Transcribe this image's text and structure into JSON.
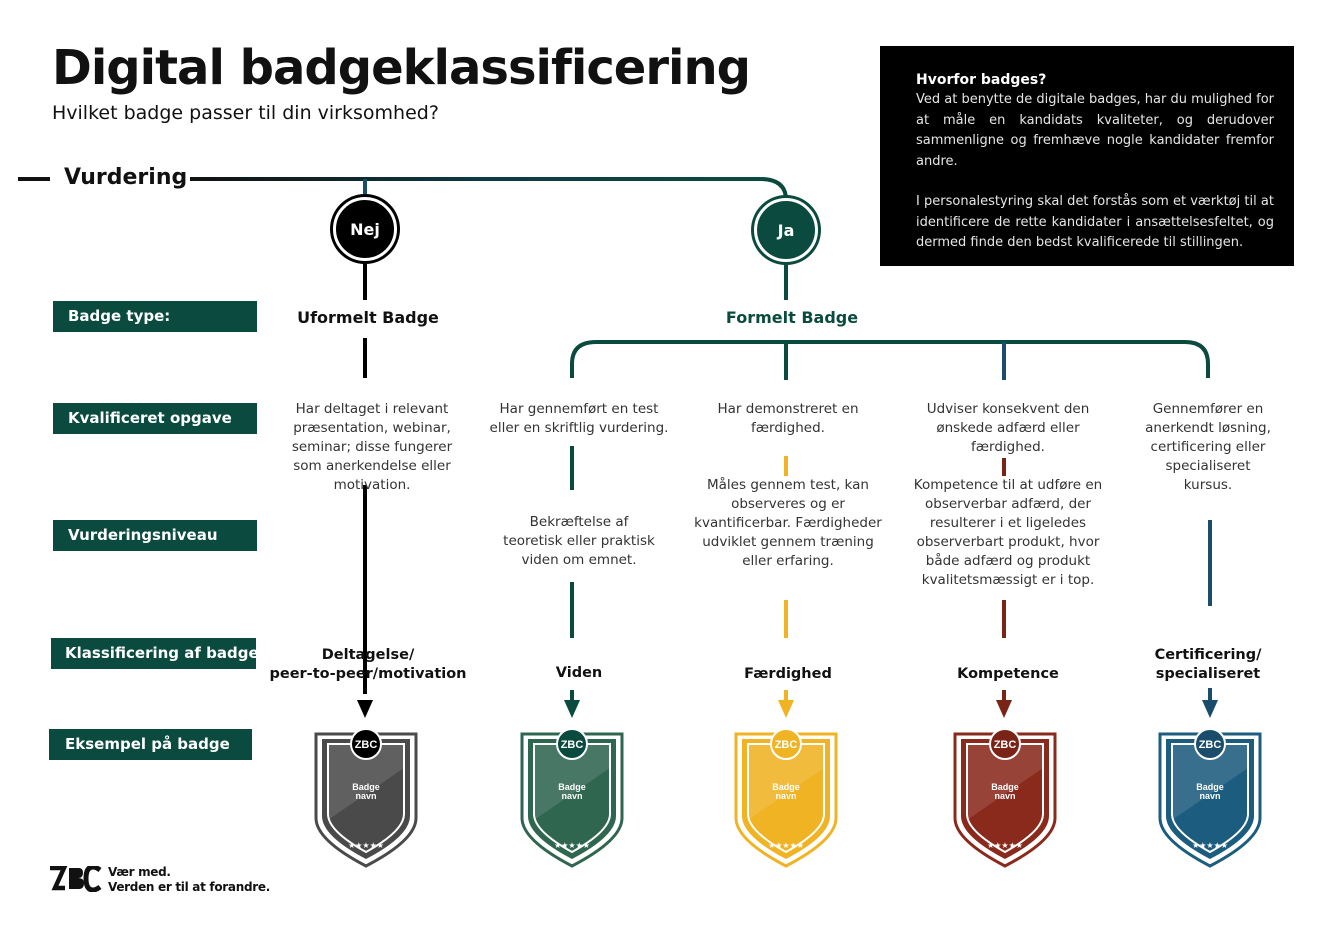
{
  "header": {
    "title": "Digital badgeklassificering",
    "subtitle": "Hvilket badge passer til din virksomhed?"
  },
  "flow": {
    "vurdering": "Vurdering",
    "nej": "Nej",
    "ja": "Ja"
  },
  "info": {
    "heading": "Hvorfor badges?",
    "para1": "Ved at benytte de digitale badges, har du mulighed for at måle en kandidats kvaliteter, og derudover sammenligne og fremhæve nogle kandidater fremfor andre.",
    "para2": "I personalestyring skal det forstås som et værktøj til at identificere de rette kandidater i ansættelsesfeltet, og dermed finde den bedst kvalificerede til stillingen."
  },
  "row_labels": [
    "Badge type:",
    "Kvalificeret opgave",
    "Vurderingsniveau",
    "Klassificering af badge",
    "Eksempel på badge"
  ],
  "badge_types": {
    "uformelt": "Uformelt Badge",
    "formelt": "Formelt Badge"
  },
  "columns": [
    {
      "task": "Har deltaget i relevant præsentation, webinar, seminar; disse fungerer som anerkendelse eller motivation.",
      "level": "",
      "classification": "Deltagelse/\npeer-to-peer/motivation",
      "color": "#4a4a4a",
      "line_color": "#000000"
    },
    {
      "task": "Har gennemført en test eller en skriftlig vurdering.",
      "level": "Bekræftelse af teoretisk eller praktisk viden om emnet.",
      "classification": "Viden",
      "color": "#2f6650",
      "line_color": "#0b4b3f"
    },
    {
      "task": "Har demonstreret en færdighed.",
      "level": "Måles gennem test, kan observeres og er kvantificerbar. Færdigheder udviklet gennem træning eller erfaring.",
      "classification": "Færdighed",
      "color": "#f0b323",
      "line_color": "#f0b323"
    },
    {
      "task": "Udviser konsekvent den ønskede adfærd eller færdighed.",
      "level": "Kompetence til at udføre en observerbar adfærd, der resulterer i et ligeledes observerbart produkt, hvor både adfærd og produkt kvalitetsmæssigt er i top.",
      "classification": "Kompetence",
      "color": "#8a2a1c",
      "line_color": "#7a2418"
    },
    {
      "task": "Gennemfører en anerkendt løsning, certificering eller specialiseret kursus.",
      "level": "",
      "classification": "Certificering/\nspecialiseret",
      "color": "#1c5c7e",
      "line_color": "#1a4d6b"
    }
  ],
  "badge": {
    "logo_text": "ZBC",
    "name": "Badge\nnavn",
    "stars": "★★★★★"
  },
  "footer": {
    "logo": "ZBC",
    "tagline1": "Vær med.",
    "tagline2": "Verden er til at forandre."
  }
}
